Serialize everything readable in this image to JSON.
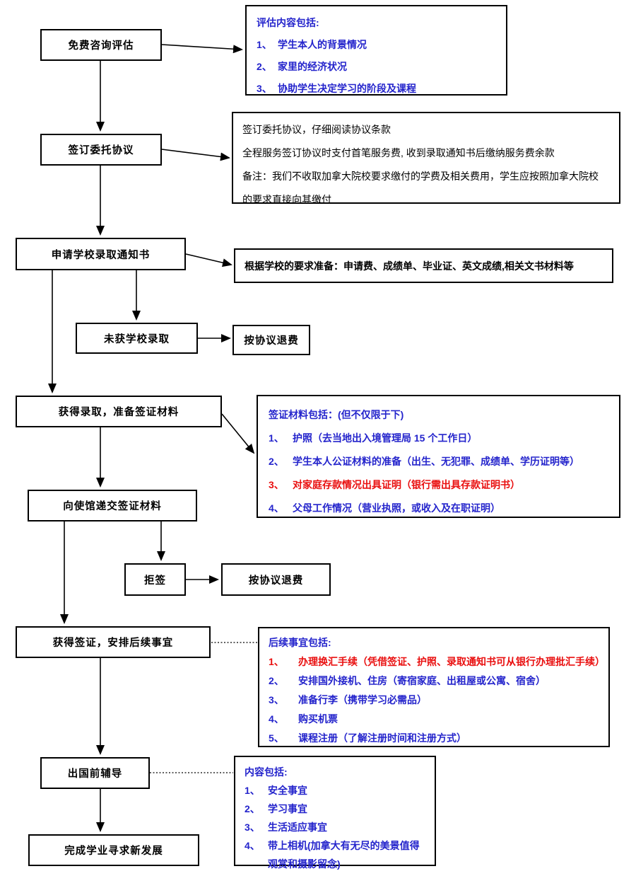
{
  "palette": {
    "flow_border": "#000000",
    "note_blue": "#2424cc",
    "note_red": "#e90f0f",
    "text_black": "#000000",
    "background": "#ffffff"
  },
  "steps": {
    "free_consult": "免费咨询评估",
    "sign_agreement": "签订委托协议",
    "apply_offer": "申请学校录取通知书",
    "not_admitted": "未获学校录取",
    "refund_1": "按协议退费",
    "get_offer": "获得录取，准备签证材料",
    "submit_visa": "向使馆递交签证材料",
    "visa_refused": "拒签",
    "refund_2": "按协议退费",
    "get_visa": "获得签证，安排后续事宜",
    "pre_departure": "出国前辅导",
    "complete": "完成学业寻求新发展"
  },
  "notes": {
    "assessment": {
      "title": "评估内容包括:",
      "items": [
        {
          "num": "1、",
          "text": "学生本人的背景情况"
        },
        {
          "num": "2、",
          "text": "家里的经济状况"
        },
        {
          "num": "3、",
          "text": "协助学生决定学习的阶段及课程"
        }
      ]
    },
    "agreement": {
      "lines": [
        "签订委托协议，仔细阅读协议条款",
        "全程服务签订协议时支付首笔服务费, 收到录取通知书后缴纳服务费余款",
        "备注：我们不收取加拿大院校要求缴付的学费及相关费用，学生应按照加拿大院校的要求直接向其缴付"
      ]
    },
    "application": {
      "text": "根据学校的要求准备：申请费、成绩单、毕业证、英文成绩,相关文书材料等"
    },
    "visa_materials": {
      "title": "签证材料包括：(但不仅限于下)",
      "items": [
        {
          "num": "1、",
          "text": "护照（去当地出入境管理局 15 个工作日）",
          "color": "blue"
        },
        {
          "num": "2、",
          "text": "学生本人公证材料的准备（出生、无犯罪、成绩单、学历证明等）",
          "color": "blue"
        },
        {
          "num": "3、",
          "text": "对家庭存款情况出具证明（银行需出具存款证明书）",
          "color": "red"
        },
        {
          "num": "4、",
          "text": "父母工作情况（营业执照，或收入及在职证明）",
          "color": "blue"
        }
      ]
    },
    "followup": {
      "title": "后续事宜包括:",
      "items": [
        {
          "num": "1、",
          "text": "办理换汇手续（凭借签证、护照、录取通知书可从银行办理批汇手续）",
          "color": "red"
        },
        {
          "num": "2、",
          "text": "安排国外接机、住房（寄宿家庭、出租屋或公寓、宿舍）",
          "color": "blue"
        },
        {
          "num": "3、",
          "text": "准备行李（携带学习必需品）",
          "color": "blue"
        },
        {
          "num": "4、",
          "text": "购买机票",
          "color": "blue"
        },
        {
          "num": "5、",
          "text": "课程注册（了解注册时间和注册方式）",
          "color": "blue"
        }
      ]
    },
    "pre_departure_note": {
      "title": "内容包括:",
      "items": [
        {
          "num": "1、",
          "text": "安全事宜"
        },
        {
          "num": "2、",
          "text": "学习事宜"
        },
        {
          "num": "3、",
          "text": "生活适应事宜"
        },
        {
          "num": "4、",
          "text": "带上相机(加拿大有无尽的美景值得观赏和摄影留念)"
        }
      ]
    }
  }
}
